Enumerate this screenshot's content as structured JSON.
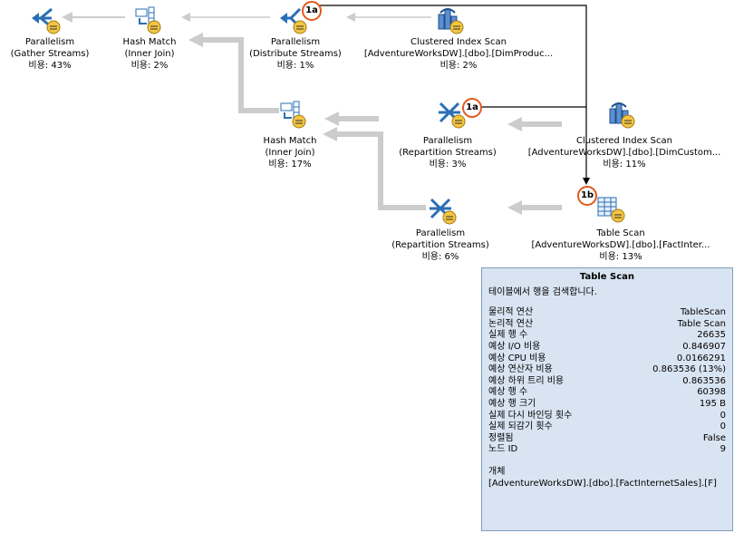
{
  "nodes": {
    "gather": {
      "line1": "Parallelism",
      "line2": "(Gather Streams)",
      "cost": "비용: 43%"
    },
    "hash1": {
      "line1": "Hash Match",
      "line2": "(Inner Join)",
      "cost": "비용: 2%"
    },
    "distribute": {
      "line1": "Parallelism",
      "line2": "(Distribute Streams)",
      "cost": "비용: 1%"
    },
    "scan_product": {
      "line1": "Clustered Index Scan",
      "line2": "[AdventureWorksDW].[dbo].[DimProduc...",
      "cost": "비용: 2%"
    },
    "hash2": {
      "line1": "Hash Match",
      "line2": "(Inner Join)",
      "cost": "비용: 17%"
    },
    "repartition1": {
      "line1": "Parallelism",
      "line2": "(Repartition Streams)",
      "cost": "비용: 3%"
    },
    "scan_customer": {
      "line1": "Clustered Index Scan",
      "line2": "[AdventureWorksDW].[dbo].[DimCustom...",
      "cost": "비용: 11%"
    },
    "repartition2": {
      "line1": "Parallelism",
      "line2": "(Repartition Streams)",
      "cost": "비용: 6%"
    },
    "table_scan": {
      "line1": "Table Scan",
      "line2": "[AdventureWorksDW].[dbo].[FactInter...",
      "cost": "비용: 13%"
    }
  },
  "badges": {
    "b1": "1a",
    "b2": "1a",
    "b3": "1b"
  },
  "tooltip": {
    "title": "Table Scan",
    "description": "테이블에서 행을 검색합니다.",
    "properties": [
      {
        "label": "물리적 연산",
        "value": "TableScan"
      },
      {
        "label": "논리적 연산",
        "value": "Table Scan"
      },
      {
        "label": "실제 행 수",
        "value": "26635"
      },
      {
        "label": "예상 I/O 비용",
        "value": "0.846907"
      },
      {
        "label": "예상 CPU 비용",
        "value": "0.0166291"
      },
      {
        "label": "예상 연산자 비용",
        "value": "0.863536 (13%)"
      },
      {
        "label": "예상 하위 트리 비용",
        "value": "0.863536"
      },
      {
        "label": "예상 행 수",
        "value": "60398"
      },
      {
        "label": "예상 행 크기",
        "value": "195 B"
      },
      {
        "label": "실제 다시 바인딩 횟수",
        "value": "0"
      },
      {
        "label": "실제 되감기 횟수",
        "value": "0"
      },
      {
        "label": "정렬됨",
        "value": "False"
      },
      {
        "label": "노드 ID",
        "value": "9"
      }
    ],
    "object_label": "개체",
    "object_value": "[AdventureWorksDW].[dbo].[FactInternetSales].[F]"
  },
  "colors": {
    "arrow_gray": "#cccccc",
    "badge_orange": "#e05a1e",
    "tooltip_bg": "#d9e4f2",
    "icon_blue": "#2a6fb5"
  }
}
